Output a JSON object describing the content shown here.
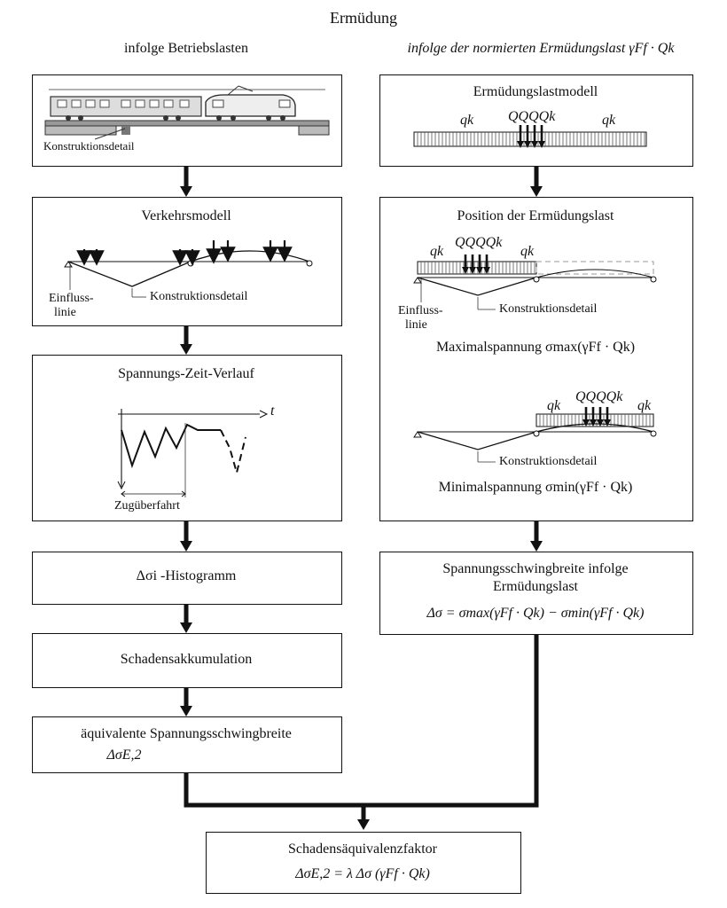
{
  "title": "Ermüdung",
  "left_header": "infolge Betriebslasten",
  "right_header": "infolge der normierten Ermüdungslast γFf · Qk",
  "left": {
    "box1_label": "Konstruktionsdetail",
    "box2_title": "Verkehrsmodell",
    "box2_label_a": "Einfluss-",
    "box2_label_b": "linie",
    "box2_label_c": "Konstruktionsdetail",
    "box3_title": "Spannungs-Zeit-Verlauf",
    "box3_axis": "t",
    "box3_label": "Zugüberfahrt",
    "box4": "Δσi -Histogramm",
    "box5": "Schadensakkumulation",
    "box6_line1": "äquivalente Spannungsschwingbreite",
    "box6_line2": "ΔσE,2"
  },
  "right": {
    "box1_title": "Ermüdungslastmodell",
    "box1_qk_left": "qk",
    "box1_Q": "QQQQk",
    "box1_qk_right": "qk",
    "box2_title": "Position der Ermüdungslast",
    "box2_qk_left": "qk",
    "box2_Q": "QQQQk",
    "box2_qk_right": "qk",
    "box2_label_a": "Einfluss-",
    "box2_label_b": "linie",
    "box2_label_c": "Konstruktionsdetail",
    "box2_max": "Maximalspannung σmax(γFf · Qk)",
    "box2_qk2_left": "qk",
    "box2_Q2": "QQQQk",
    "box2_qk2_right": "qk",
    "box2_label_d": "Konstruktionsdetail",
    "box2_min": "Minimalspannung σmin(γFf · Qk)",
    "box3_line1": "Spannungsschwingbreite infolge",
    "box3_line2": "Ermüdungslast",
    "box3_line3": "Δσ = σmax(γFf · Qk) − σmin(γFf · Qk)"
  },
  "bottom": {
    "line1": "Schadensäquivalenzfaktor",
    "line2": "ΔσE,2 = λ Δσ (γFf · Qk)"
  }
}
